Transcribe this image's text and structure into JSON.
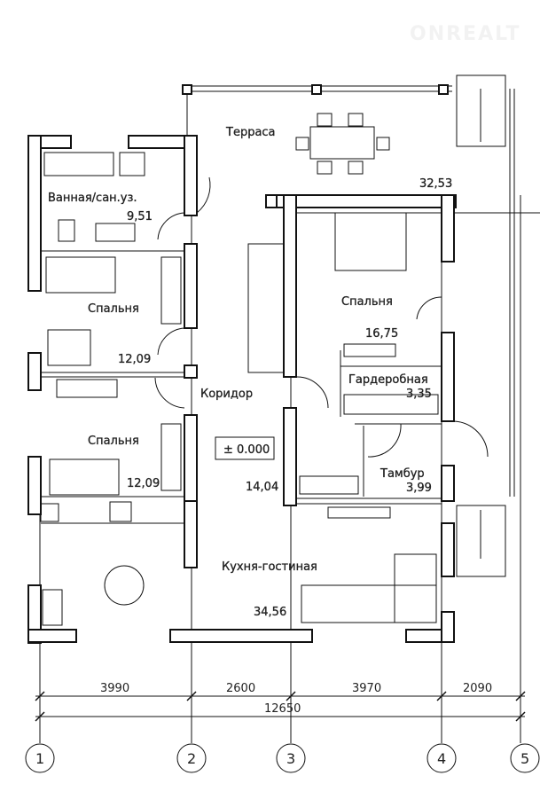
{
  "watermark": "ONREALT",
  "rooms": {
    "terrace": "Терраса",
    "terrace_area": "32,53",
    "bath": "Ванная/сан.уз.",
    "bath_area": "9,51",
    "bed1": "Спальня",
    "bed1_area": "12,09",
    "bed2": "Спальня",
    "bed2_area": "12,09",
    "bed3": "Спальня",
    "bed3_area": "16,75",
    "wardrobe": "Гардеробная",
    "wardrobe_area": "3,35",
    "corridor": "Коридор",
    "corridor_area": "14,04",
    "vestibule": "Тамбур",
    "vestibule_area": "3,99",
    "kitchen": "Кухня-гостиная",
    "kitchen_area": "34,56"
  },
  "level_mark": "± 0.000",
  "dimensions": {
    "d1": "3990",
    "d2": "2600",
    "d3": "3970",
    "d4": "2090",
    "total": "12650"
  },
  "axes": [
    "1",
    "2",
    "3",
    "4",
    "5"
  ]
}
